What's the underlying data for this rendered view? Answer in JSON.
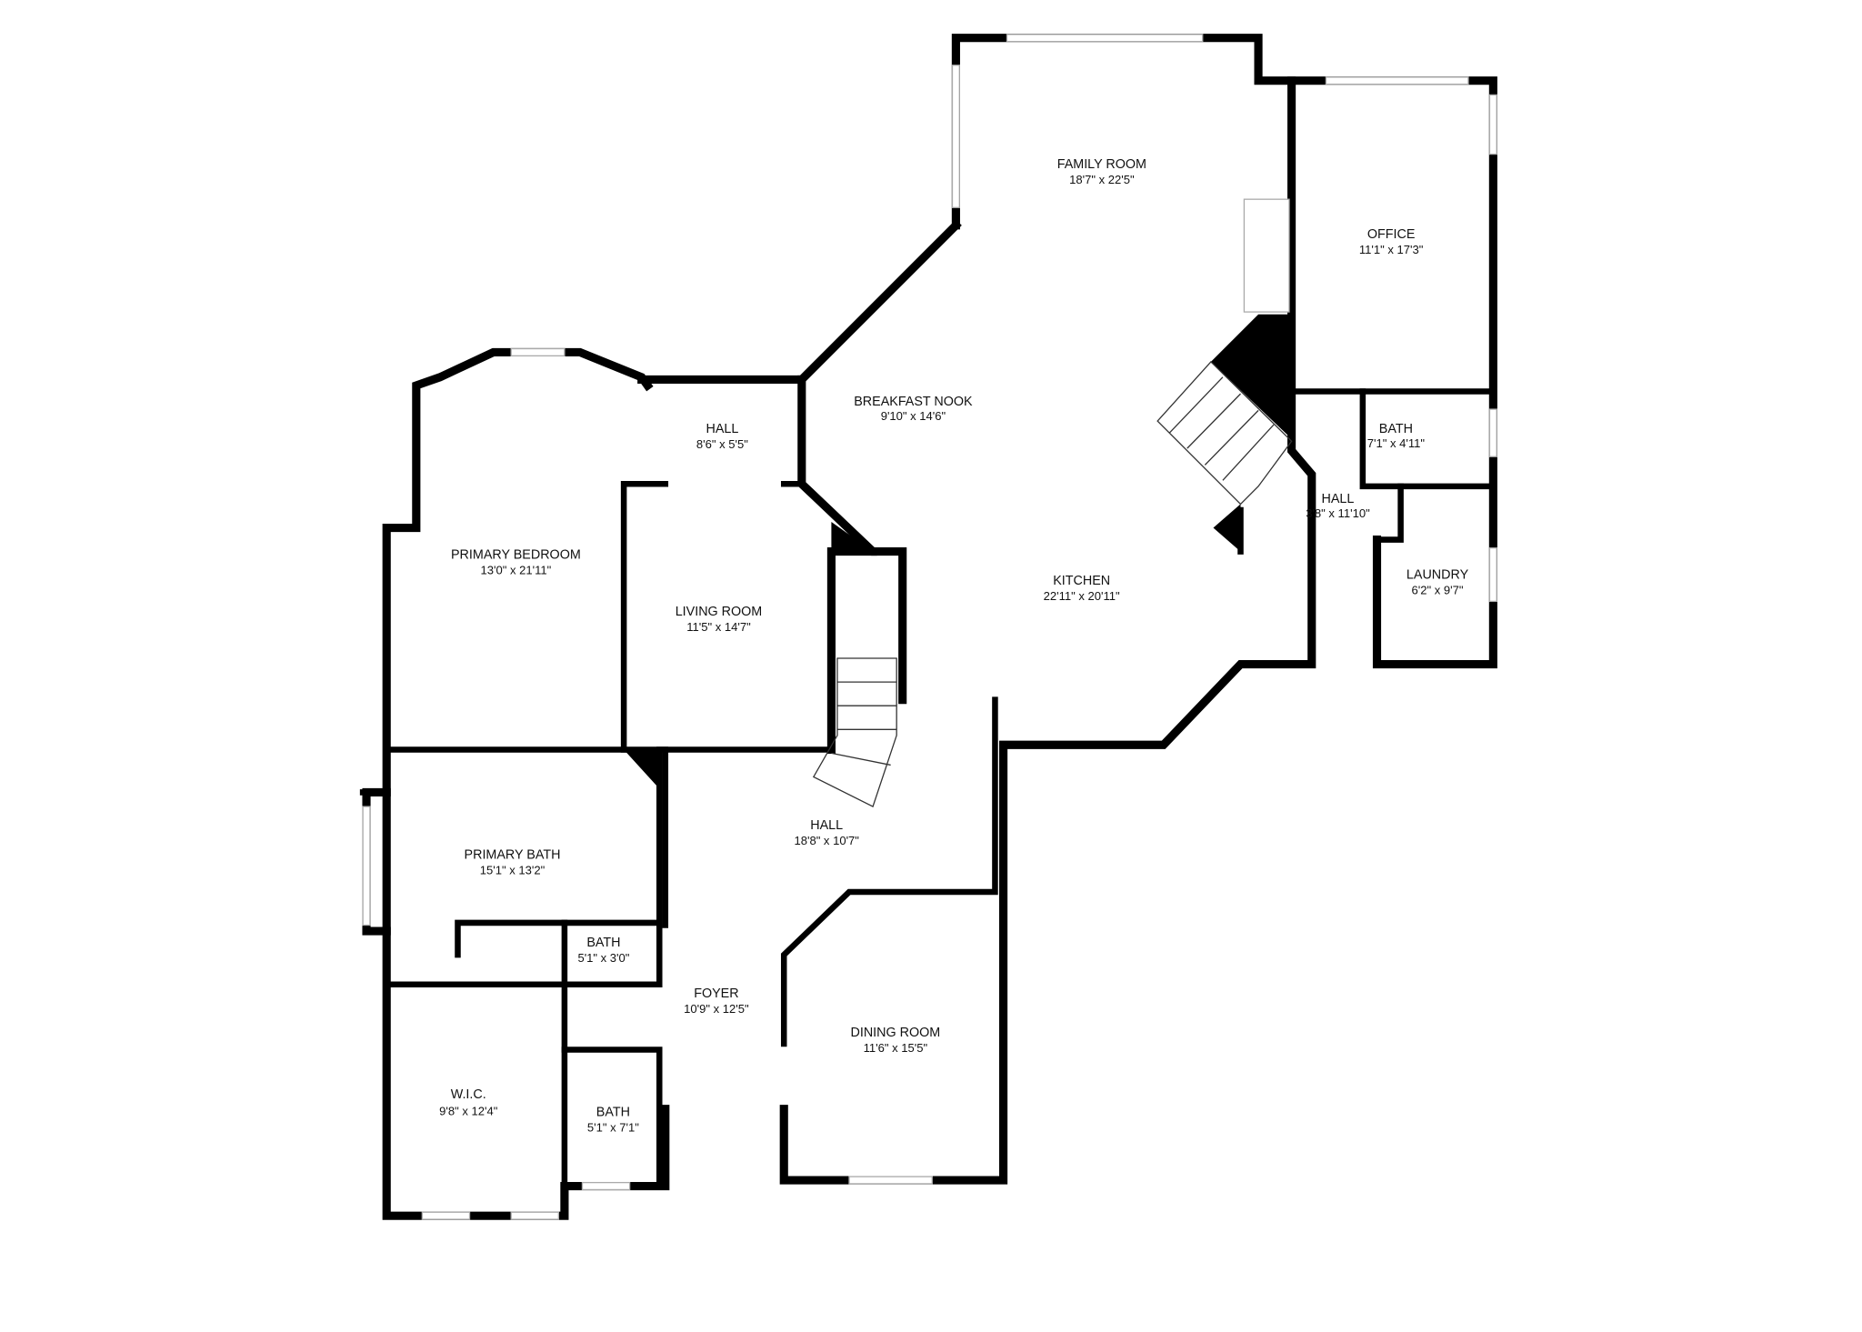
{
  "rooms": [
    {
      "name": "FAMILY ROOM",
      "dims": "18'7\" x 22'5\""
    },
    {
      "name": "OFFICE",
      "dims": "11'1\" x 17'3\""
    },
    {
      "name": "BREAKFAST NOOK",
      "dims": "9'10\" x 14'6\""
    },
    {
      "name": "HALL",
      "dims": "8'6\" x 5'5\""
    },
    {
      "name": "BATH",
      "dims": "7'1\" x 4'11\""
    },
    {
      "name": "HALL",
      "dims": "3'8\" x 11'10\""
    },
    {
      "name": "PRIMARY BEDROOM",
      "dims": "13'0\" x 21'11\""
    },
    {
      "name": "LIVING ROOM",
      "dims": "11'5\" x 14'7\""
    },
    {
      "name": "KITCHEN",
      "dims": "22'11\" x 20'11\""
    },
    {
      "name": "LAUNDRY",
      "dims": "6'2\" x 9'7\""
    },
    {
      "name": "HALL",
      "dims": "18'8\" x 10'7\""
    },
    {
      "name": "PRIMARY BATH",
      "dims": "15'1\" x 13'2\""
    },
    {
      "name": "BATH",
      "dims": "5'1\" x 3'0\""
    },
    {
      "name": "FOYER",
      "dims": "10'9\" x 12'5\""
    },
    {
      "name": "DINING ROOM",
      "dims": "11'6\" x 15'5\""
    },
    {
      "name": "W.I.C.",
      "dims": "9'8\" x 12'4\""
    },
    {
      "name": "BATH",
      "dims": "5'1\" x 7'1\""
    }
  ]
}
